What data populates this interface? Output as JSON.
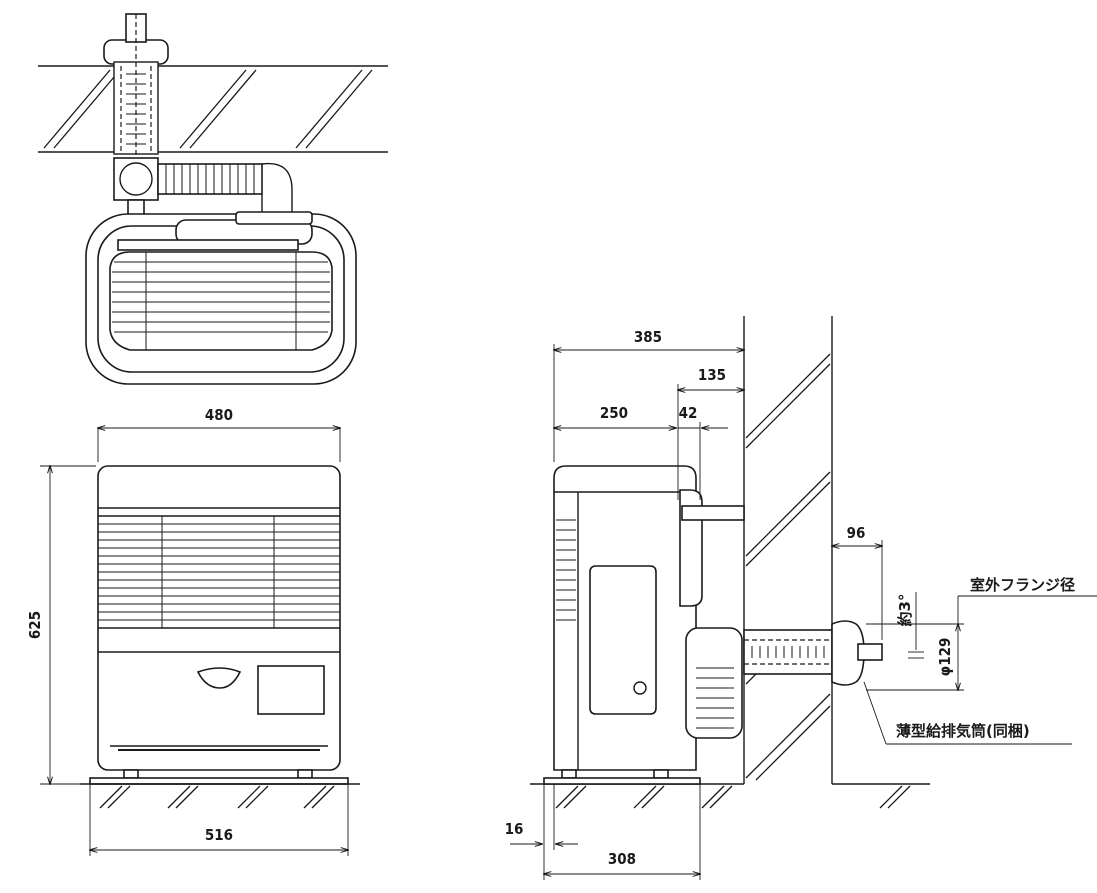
{
  "dimensions": {
    "front_width_top": "480",
    "front_height": "625",
    "front_base_width": "516",
    "side_total_depth": "385",
    "side_wall_offset": "135",
    "side_body_depth": "250",
    "side_gap": "42",
    "side_foot_offset": "16",
    "side_base_depth": "308",
    "wall_projection": "96",
    "tilt_angle": "約3°",
    "pipe_diameter": "φ129"
  },
  "labels": {
    "outdoor_flange": "室外フランジ径",
    "thin_flue": "薄型給排気筒(同梱)"
  }
}
